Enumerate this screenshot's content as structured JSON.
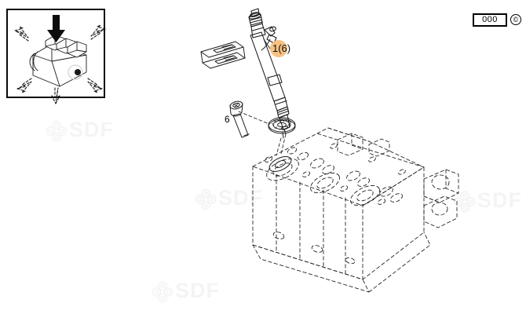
{
  "document": {
    "type": "spare-parts-exploded-diagram",
    "subject": "Cylinder head with fuel injector assembly",
    "page_code": "000",
    "copyright_symbol": "©",
    "background_color": "#ffffff",
    "line_color": "#1a1a1a"
  },
  "header": {
    "page_code_box": {
      "value": "000",
      "border_color": "#000000"
    },
    "copyright_badge": {
      "glyph": "©"
    }
  },
  "inset": {
    "name": "location-detail-inset",
    "description": "Engine block with downward insertion arrow and radiating dashed direction arrows",
    "border_color": "#0a0a0a"
  },
  "callouts": [
    {
      "id": "callout-injector",
      "text": "1(6)",
      "item_number": "1",
      "quantity": "(6)",
      "highlight_color": "#f5c182",
      "highlighted": true,
      "points_to": "fuel-injector"
    },
    {
      "id": "callout-stud",
      "text": "6",
      "item_number": "6",
      "highlighted": false,
      "points_to": "injector-sealing-washer"
    }
  ],
  "parts": [
    {
      "ref": "fuel-injector",
      "label": "1(6)"
    },
    {
      "ref": "injector-shim-plate-upper",
      "label": ""
    },
    {
      "ref": "injector-shim-plate-lower",
      "label": ""
    },
    {
      "ref": "injector-stud-bolt",
      "label": "6"
    },
    {
      "ref": "injector-sealing-washer",
      "label": ""
    },
    {
      "ref": "cylinder-head-block",
      "label": ""
    }
  ],
  "watermarks": [
    {
      "text": "SDF",
      "color": "#f4f4f4"
    },
    {
      "text": "SDF",
      "color": "#f4f4f4"
    },
    {
      "text": "SDF",
      "color": "#f4f4f4"
    },
    {
      "text": "SDF",
      "color": "#f4f4f4"
    }
  ]
}
